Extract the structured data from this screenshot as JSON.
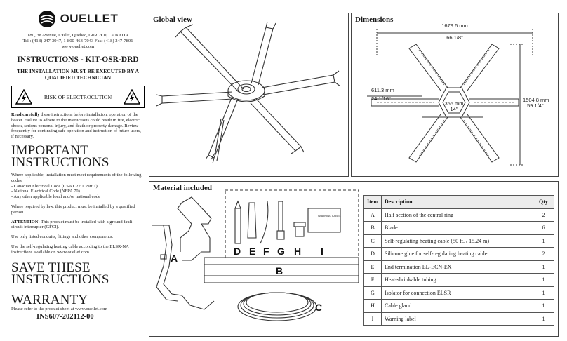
{
  "header": {
    "brand": "OUELLET",
    "address_line1": "180, 3e Avenue, L'Islet, Quebec, G0R 2C0, CANADA",
    "address_line2": "Tel : (418) 247-3947, 1-800-463-7043   Fax: (418) 247-7801",
    "address_line3": "www.ouellet.com"
  },
  "title": "INSTRUCTIONS - KIT-OSR-DRD",
  "must_install": "THE INSTALLATION MUST BE EXECUTED BY A QUALIFIED TECHNICIAN",
  "warning_label": "RISK OF ELECTROCUTION",
  "read_bold": "Read carefully",
  "read_text": " these instructions before installation, operation of the heater. Failure to adhere to the instructions could result in fire, electric shock, serious personal injury, and death or property damage. Review frequently for continuing safe operation and instruction of future users, if necessary.",
  "important_heading": "IMPORTANT INSTRUCTIONS",
  "important_intro": "Where applicable, installation must meet requirements of the following codes:",
  "codes": [
    "-  Canadian Electrical Code (CSA C22.1 Part 1)",
    "-  National Electrical Code (NFPA 70)",
    "-  Any other applicable local and/or national code"
  ],
  "qualified_text": "Where required by law, this product must be installed by a qualified person.",
  "attention_bold": "ATTENTION:",
  "attention_text": " This product must be installed with a ground fault circuit interrupter (GFCI).",
  "listed_text": "Use only listed conduits, fittings and other components.",
  "cable_text": "Use the self-regulating heating cable according to the ELSR-NA instructions available on www.ouellet.com",
  "save_heading": "SAVE THESE INSTRUCTIONS",
  "warranty_heading": "WARRANTY",
  "warranty_text": "Please refer to the product sheet at www.ouellet.com",
  "doc_number": "INS607-202112-00",
  "panels": {
    "global_title": "Global view",
    "dims_title": "Dimensions",
    "material_title": "Material included"
  },
  "dimensions": {
    "width_mm": "1679.6 mm",
    "width_in": "66 1/8\"",
    "blade_mm": "611.3 mm",
    "blade_in": "24 1/16\"",
    "center_mm": "355 mm",
    "center_in": "14\"",
    "height_mm": "1504.8 mm",
    "height_in": "59 1/4\""
  },
  "material_letters": {
    "a": "A",
    "b": "B",
    "c": "C",
    "d": "D",
    "e": "E",
    "f": "F",
    "g": "G",
    "h": "H",
    "i": "I"
  },
  "warning_card": "WARNING\nLABEL",
  "table": {
    "headers": [
      "Item",
      "Description",
      "Qty"
    ],
    "rows": [
      {
        "item": "A",
        "desc": "Half section of the central ring",
        "qty": "2"
      },
      {
        "item": "B",
        "desc": "Blade",
        "qty": "6"
      },
      {
        "item": "C",
        "desc": "Self-regulating heating cable (50 ft. / 15.24 m)",
        "qty": "1"
      },
      {
        "item": "D",
        "desc": "Silicone glue for self-regulating heating cable",
        "qty": "2"
      },
      {
        "item": "E",
        "desc": "End termination EL-ECN-EX",
        "qty": "1"
      },
      {
        "item": "F",
        "desc": "Heat-shrinkable tubing",
        "qty": "1"
      },
      {
        "item": "G",
        "desc": "Isolator for connection ELSR",
        "qty": "1"
      },
      {
        "item": "H",
        "desc": "Cable gland",
        "qty": "1"
      },
      {
        "item": "I",
        "desc": "Warning label",
        "qty": "1"
      }
    ]
  }
}
